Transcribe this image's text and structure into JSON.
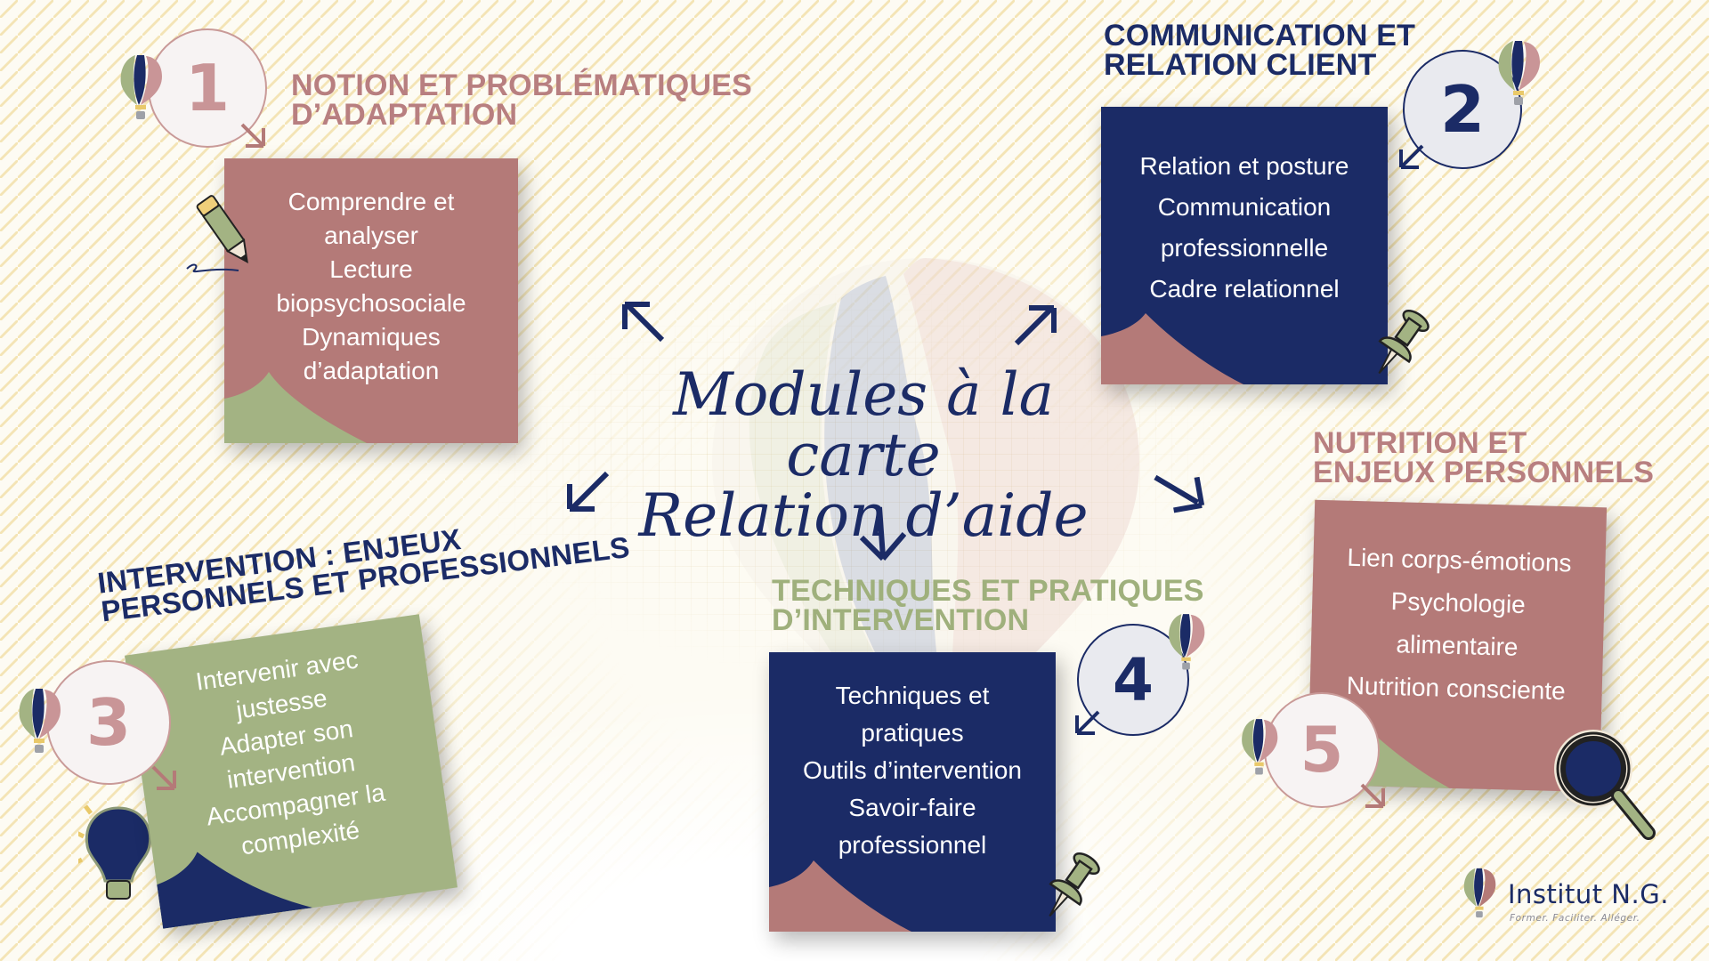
{
  "title": {
    "line1": "Modules à la carte",
    "line2": "Relation d’aide"
  },
  "colors": {
    "navy": "#1b2b66",
    "rose": "#b47a78",
    "rose_text": "#b87f80",
    "sage": "#a3b383",
    "sage_text": "#9fb07c",
    "pattern_yellow": "#ecd282",
    "background": "#fdfbf3"
  },
  "modules": [
    {
      "number": "1",
      "heading_line1": "NOTION ET PROBLÉMATIQUES",
      "heading_line2": "D’ADAPTATION",
      "items": [
        "Comprendre et",
        "analyser",
        "Lecture",
        "biopsychosociale",
        "Dynamiques",
        "d’adaptation"
      ],
      "decoration": "pencil-icon"
    },
    {
      "number": "2",
      "heading_line1": "COMMUNICATION ET",
      "heading_line2": "RELATION CLIENT",
      "items": [
        "Relation et posture",
        "Communication",
        "professionnelle",
        "Cadre relationnel"
      ],
      "decoration": "pushpin-icon"
    },
    {
      "number": "3",
      "heading_line1": "INTERVENTION : ENJEUX",
      "heading_line2": "PERSONNELS ET PROFESSIONNELS",
      "items": [
        "Intervenir avec",
        "justesse",
        "Adapter son",
        "intervention",
        "Accompagner la",
        "complexité"
      ],
      "decoration": "lightbulb-icon"
    },
    {
      "number": "4",
      "heading_line1": "TECHNIQUES ET PRATIQUES",
      "heading_line2": "D’INTERVENTION",
      "items": [
        "Techniques et",
        "pratiques",
        "Outils d’intervention",
        "Savoir-faire",
        "professionnel"
      ],
      "decoration": "pushpin-icon"
    },
    {
      "number": "5",
      "heading_line1": "NUTRITION ET",
      "heading_line2": "ENJEUX PERSONNELS",
      "items": [
        "Lien corps-émotions",
        "Psychologie",
        "alimentaire",
        "Nutrition consciente"
      ],
      "decoration": "magnifying-glass-icon"
    }
  ],
  "logo": {
    "name": "Institut N.G.",
    "tagline": "Former. Faciliter. Alléger."
  }
}
